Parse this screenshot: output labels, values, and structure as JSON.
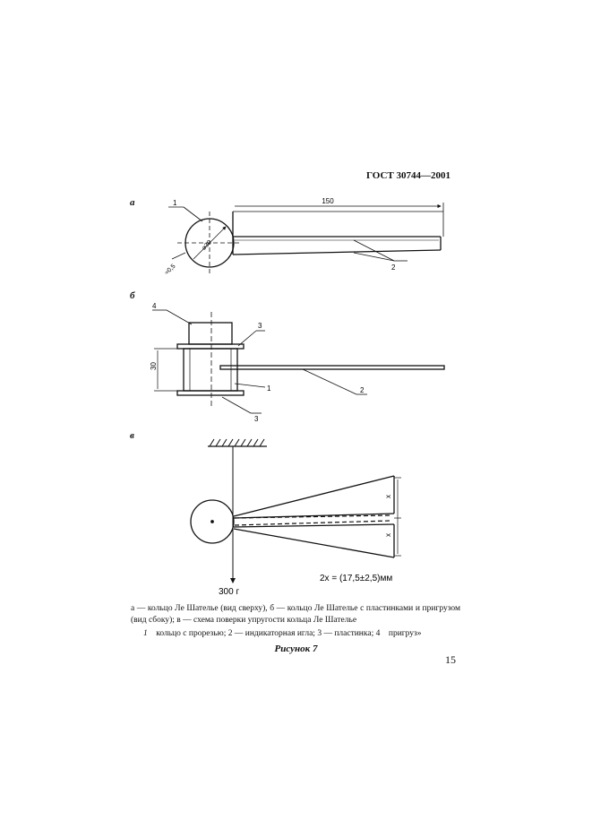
{
  "header": "ГОСТ 30744—2001",
  "sublabels": {
    "a": "а",
    "b": "б",
    "v": "в"
  },
  "fig_a": {
    "dim_150": "150",
    "callout_1": "1",
    "callout_2": "2",
    "dia": "⌀30",
    "gap": "≈0,5"
  },
  "fig_b": {
    "callout_4": "4",
    "callout_3_top": "3",
    "callout_3_bottom": "3",
    "callout_1": "1",
    "callout_2": "2",
    "height": "30"
  },
  "fig_v": {
    "x_top": "x",
    "x_bottom": "x",
    "formula": "2x = (17,5±2,5)мм",
    "weight": "300 г"
  },
  "caption": {
    "line1": "а — кольцо Ле Шателье (вид сверху), б — кольцо Ле Шателье с пластинками и пригрузом (вид сбоку); в — схема поверки упругости кольца Ле Шателье",
    "n1": "1",
    "t1": "кольцо с прорезью; 2 — индикаторная игла; 3 — пластинка; 4",
    "t2": "пригруз»"
  },
  "figure_title": "Рисунок 7",
  "page_number": "15"
}
